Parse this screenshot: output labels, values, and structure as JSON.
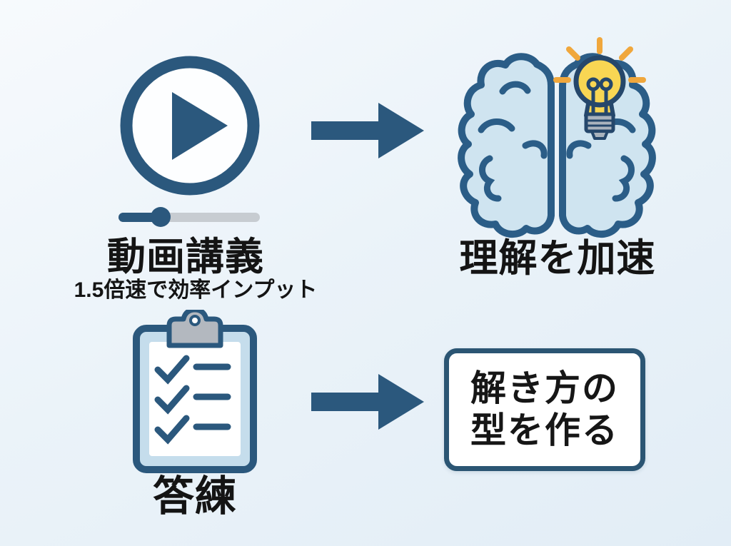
{
  "colors": {
    "accent_blue": "#2b587d",
    "outline_navy": "#25476b",
    "brain_fill": "#cfe4f0",
    "bulb_yellow": "#f8d653",
    "ray_orange": "#f0a73c",
    "clip_gray": "#b3b8bf",
    "progress_gray": "#c7ccd1",
    "text_black": "#161616",
    "background": "#eaf2f9"
  },
  "top_row": {
    "video_title": "動画講義",
    "video_subtitle": "1.5倍速で効率インプット",
    "video_progress_percent": 30,
    "result_title": "理解を加速"
  },
  "bottom_row": {
    "practice_title": "答練",
    "checklist_item_count": 3,
    "result_line1": "解き方の",
    "result_line2": "型を作る"
  }
}
